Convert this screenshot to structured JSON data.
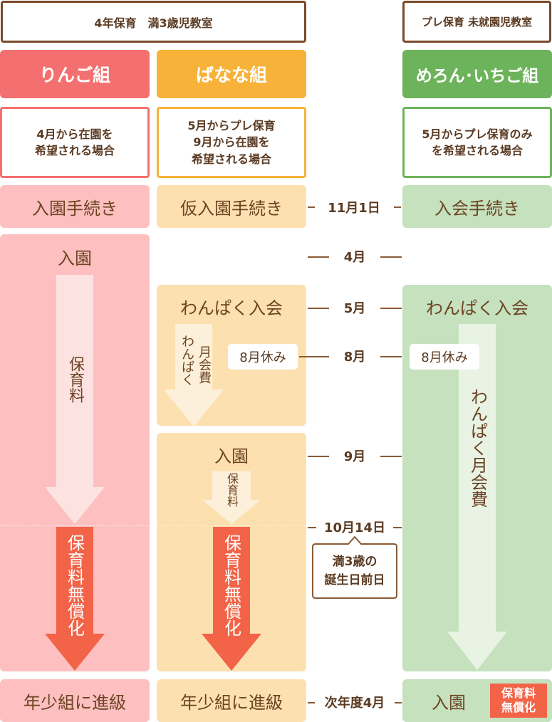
{
  "header": {
    "left": "4年保育　満3歳児教室",
    "right": "プレ保育 未就園児教室"
  },
  "columns": {
    "ringo": {
      "title": "りんご組",
      "condition": "4月から在園を\n希望される場合",
      "procedure": "入園手続き",
      "enroll": "入園",
      "fee_arrow": "保育料",
      "free_arrow": "保育料無償化",
      "promotion": "年少組に進級"
    },
    "banana": {
      "title": "ばなな組",
      "condition": "5月からプレ保育\n9月から在園を\n希望される場合",
      "procedure": "仮入園手続き",
      "join": "わんぱく入会",
      "summer": "8月休み",
      "monthly_a": "月会費",
      "monthly_b": "わんぱく",
      "enroll": "入園",
      "fee_arrow": "保育料",
      "free_arrow": "保育料無償化",
      "promotion": "年少組に進級"
    },
    "melon": {
      "title": "めろん･いちご組",
      "condition": "5月からプレ保育のみ\nを希望される場合",
      "procedure": "入会手続き",
      "join": "わんぱく入会",
      "summer": "8月休み",
      "monthly": "わんぱく月会費",
      "enroll": "入園",
      "badge_line1": "保育料",
      "badge_line2": "無償化"
    }
  },
  "timeline": {
    "nov1": "11月1日",
    "apr": "4月",
    "may": "5月",
    "aug": "8月",
    "sep": "9月",
    "oct14": "10月14日",
    "note": "満3歳の\n誕生日前日",
    "next_apr": "次年度4月"
  },
  "colors": {
    "red": "#f46f6f",
    "orange": "#f7b23a",
    "green": "#6db35b",
    "red_light": "#fdbfbf",
    "orange_light": "#fde0b0",
    "green_light": "#c5e1bd",
    "brown": "#7a4a2a",
    "arrow_red": "#f26347"
  }
}
